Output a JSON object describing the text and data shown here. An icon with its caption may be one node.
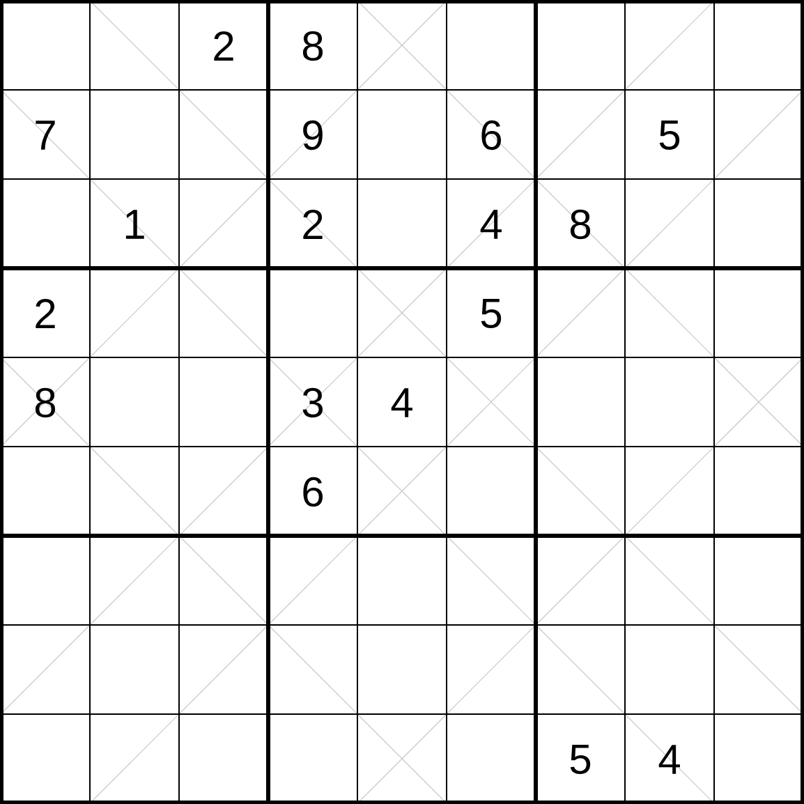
{
  "diagram": {
    "labels": [
      "2",
      "8",
      "7",
      "9",
      "6",
      "5",
      "1",
      "2",
      "4",
      "8",
      "2",
      "5",
      "8",
      "3",
      "4",
      "6",
      "5",
      "4"
    ]
  }
}
